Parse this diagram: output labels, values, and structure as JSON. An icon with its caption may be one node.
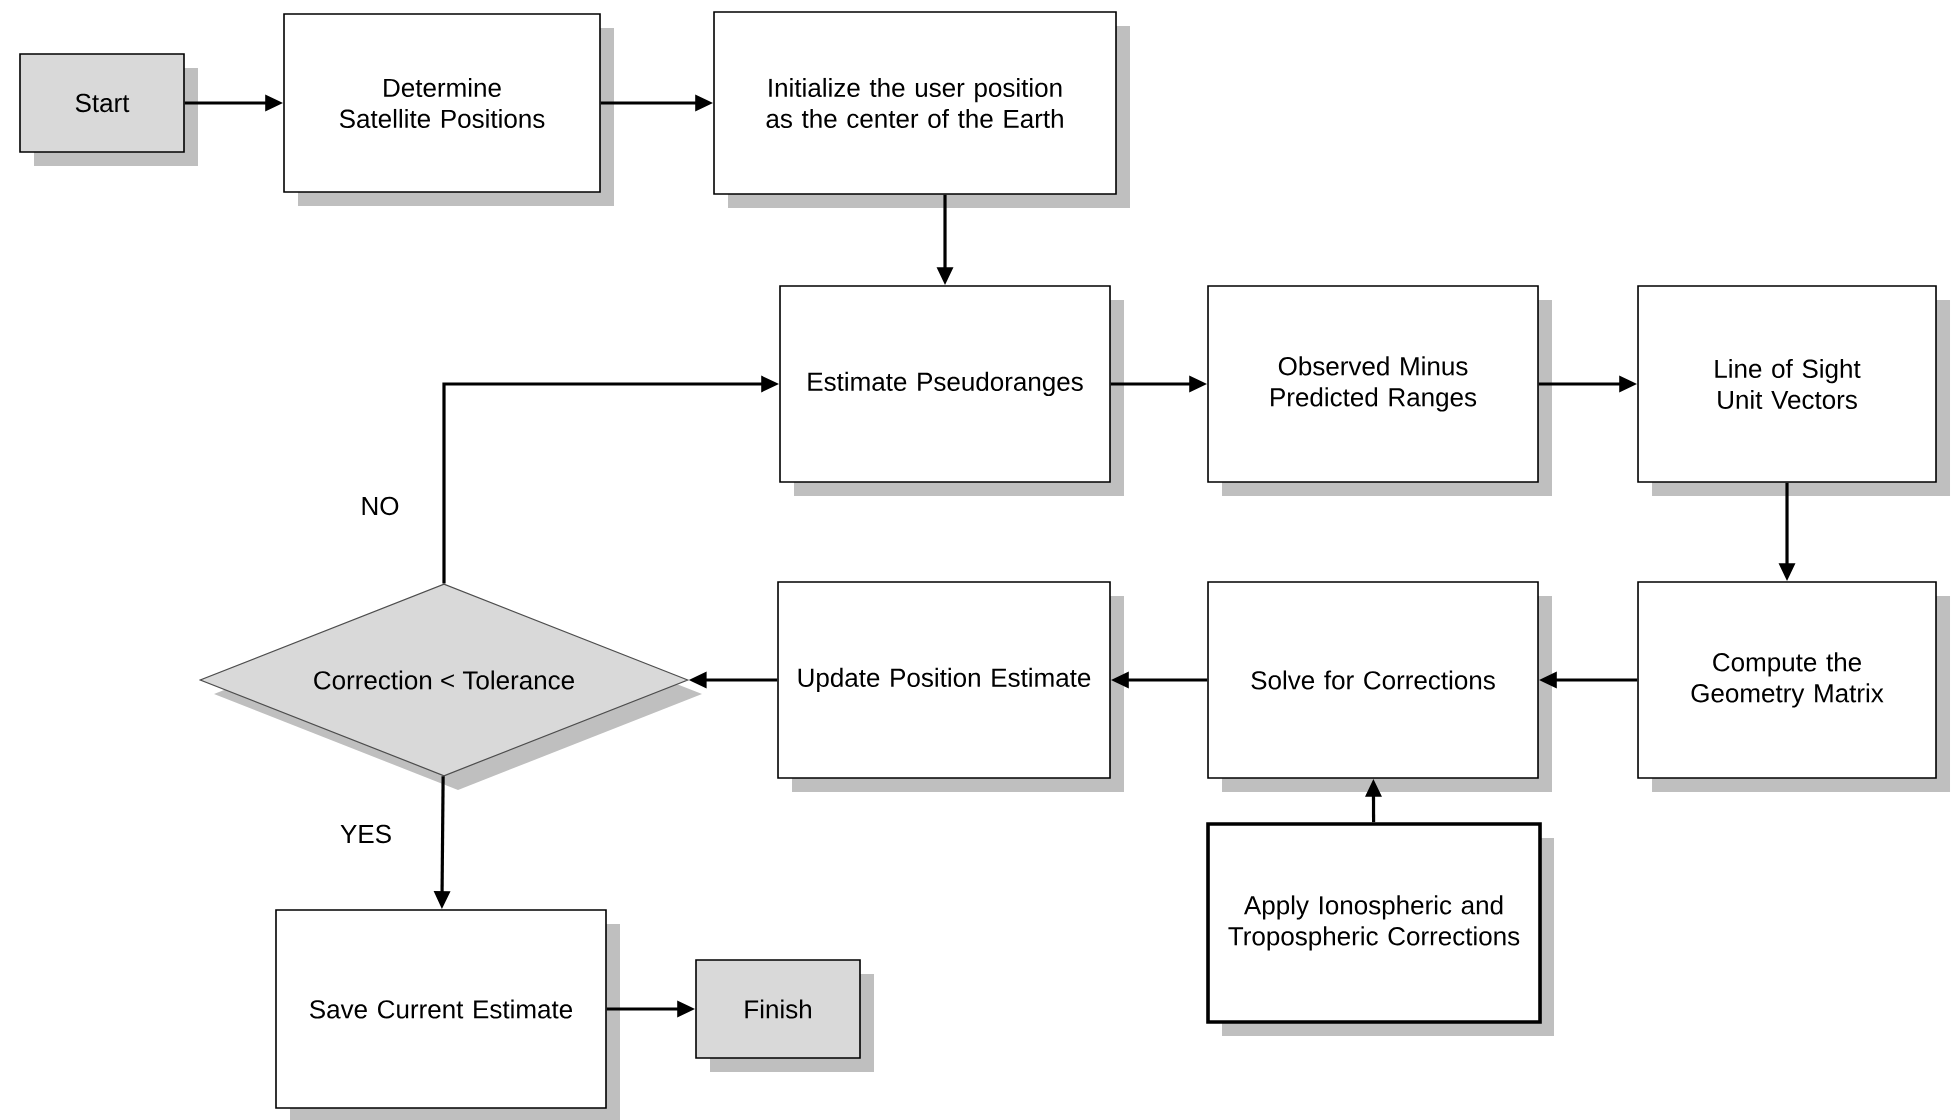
{
  "diagram": {
    "nodes": [
      {
        "text": [
          "Start"
        ]
      },
      {
        "text": [
          "Determine Satellite Positions"
        ]
      },
      {
        "text": [
          "Initialize the user position as the center of the Earth"
        ]
      },
      {
        "text": [
          "Estimate Pseudoranges"
        ]
      },
      {
        "text": [
          "Observed Minus Predicted Ranges"
        ]
      },
      {
        "text": [
          "Line of Sight Unit Vectors"
        ]
      },
      {
        "text": [
          "Compute the Geometry Matrix"
        ]
      },
      {
        "text": [
          "Solve for Corrections"
        ]
      },
      {
        "text": [
          "Update Position Estimate"
        ]
      },
      {
        "text": [
          "Correction < Tolerance"
        ]
      },
      {
        "text": [
          "Save Current Estimate"
        ]
      },
      {
        "text": [
          "Finish"
        ]
      },
      {
        "text": [
          "Apply Ionospheric and Tropospheric Corrections"
        ]
      }
    ],
    "edges": [
      {
        "from": 0,
        "to": 1,
        "arrow": "to"
      },
      {
        "from": 1,
        "to": 2,
        "arrow": "to"
      },
      {
        "from": 2,
        "to": 3,
        "arrow": "to"
      },
      {
        "from": 3,
        "to": 4,
        "arrow": "to"
      },
      {
        "from": 4,
        "to": 5,
        "arrow": "to"
      },
      {
        "from": 5,
        "to": 6,
        "arrow": "to"
      },
      {
        "from": 6,
        "to": 7,
        "arrow": "to"
      },
      {
        "from": 7,
        "to": 8,
        "arrow": "to"
      },
      {
        "from": 8,
        "to": 9,
        "arrow": "to"
      },
      {
        "from": 9,
        "to": 3,
        "arrow": "to",
        "label": "NO"
      },
      {
        "from": 9,
        "to": 10,
        "arrow": "to",
        "label": "YES"
      },
      {
        "from": 10,
        "to": 11,
        "arrow": "to"
      },
      {
        "from": 12,
        "to": 7,
        "arrow": "to"
      }
    ]
  }
}
